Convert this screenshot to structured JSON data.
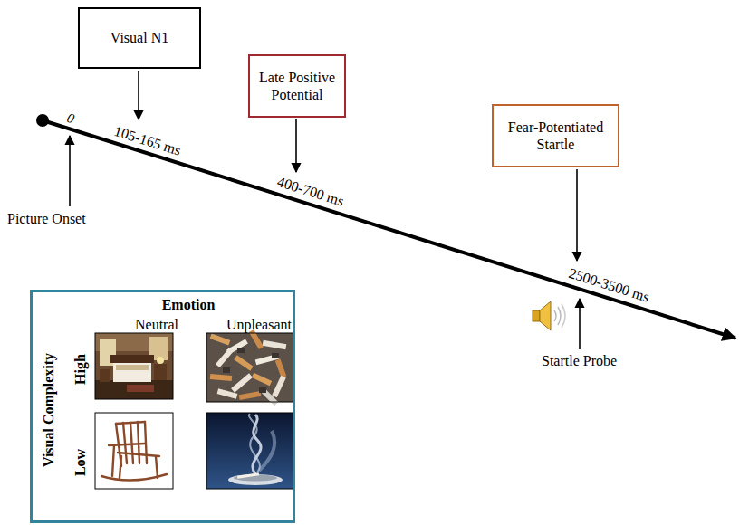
{
  "diagram": {
    "nodes": [
      {
        "text": [
          "Visual N1"
        ]
      },
      {
        "text": [
          "Late Positive Potential"
        ]
      },
      {
        "text": [
          "Fear-Potentiated Startle"
        ]
      },
      {
        "text": [
          "Emotion",
          "Neutral",
          "Unpleasant",
          "Visual Complexity",
          "High",
          "Low"
        ]
      }
    ],
    "labels": [
      "0",
      "105-165 ms",
      "400-700 ms",
      "2500-3500 ms",
      "Picture Onset",
      "Startle Probe"
    ]
  }
}
